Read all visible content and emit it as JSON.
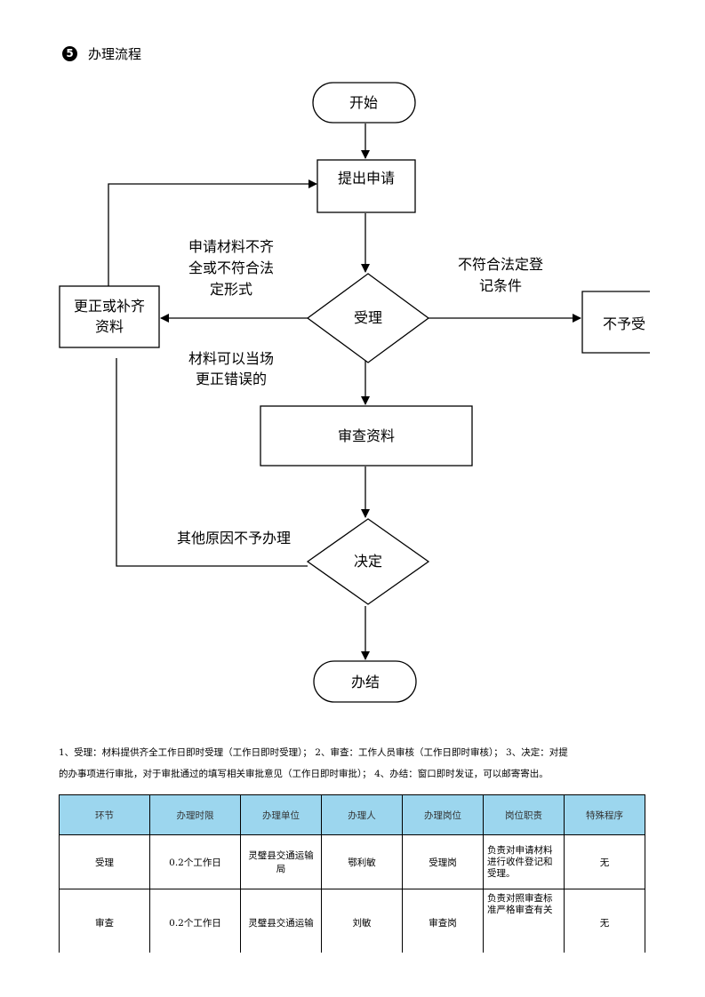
{
  "section": {
    "number": "5",
    "title": "办理流程"
  },
  "flowchart": {
    "start": "开始",
    "apply": "提出申请",
    "accept": "受理",
    "review": "审查资料",
    "decide": "决定",
    "finish": "办结",
    "correct_line1": "更正或补齐",
    "correct_line2": "资料",
    "reject": "不予受",
    "incomplete_line1": "申请材料不齐",
    "incomplete_line2": "全或不符合法",
    "incomplete_line3": "定形式",
    "not_eligible_line1": "不符合法定登",
    "not_eligible_line2": "记条件",
    "fixable_line1": "材料可以当场",
    "fixable_line2": "更正错误的",
    "other_reason": "其他原因不予办理"
  },
  "notes": {
    "line1": "1、受理：材料提供齐全工作日即时受理（工作日即时受理）；  2、审查：工作人员审核（工作日即时审核）；  3、决定：对提",
    "line2": "的办事项进行审批，对于审批通过的填写相关审批意见（工作日即时审批）；  4、办结：窗口即时发证，可以邮寄寄出。"
  },
  "table": {
    "headers": [
      "环节",
      "办理时限",
      "办理单位",
      "办理人",
      "办理岗位",
      "岗位职责",
      "特殊程序"
    ],
    "rows": [
      {
        "stage": "受理",
        "time": "0.2个工作日",
        "unit": "灵璧县交通运输局",
        "person": "鄂利敏",
        "post": "受理岗",
        "duty": "负责对申请材料进行收件登记和受理。",
        "special": "无"
      },
      {
        "stage": "审查",
        "time": "0.2个工作日",
        "unit": "灵璧县交通运输",
        "person": "刘敏",
        "post": "审查岗",
        "duty": "负责对照审查标准严格审查有关",
        "special": "无"
      }
    ]
  }
}
